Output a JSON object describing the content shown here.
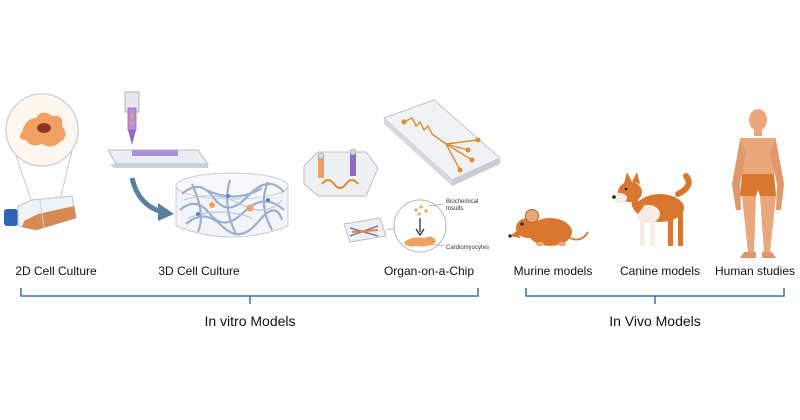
{
  "models": {
    "cell2d": "2D Cell Culture",
    "cell3d": "3D Cell Culture",
    "organ_chip": "Organ-on-a-Chip",
    "murine": "Murine models",
    "canine": "Canine models",
    "human": "Human studies"
  },
  "chip_annotations": {
    "insults_line1": "Biochemical",
    "insults_line2": "Insults",
    "cells": "Cardiomyocytes"
  },
  "groups": {
    "in_vitro": "In vitro Models",
    "in_vivo": "In Vivo Models"
  },
  "colors": {
    "cell_orange": "#f0a060",
    "bracket_blue": "#3a6fb5",
    "arrow_blue": "#5b7fa0",
    "chip_purple": "#8e6cc4",
    "dog_orange": "#d9762f",
    "skin_tone": "#e9a77b"
  }
}
